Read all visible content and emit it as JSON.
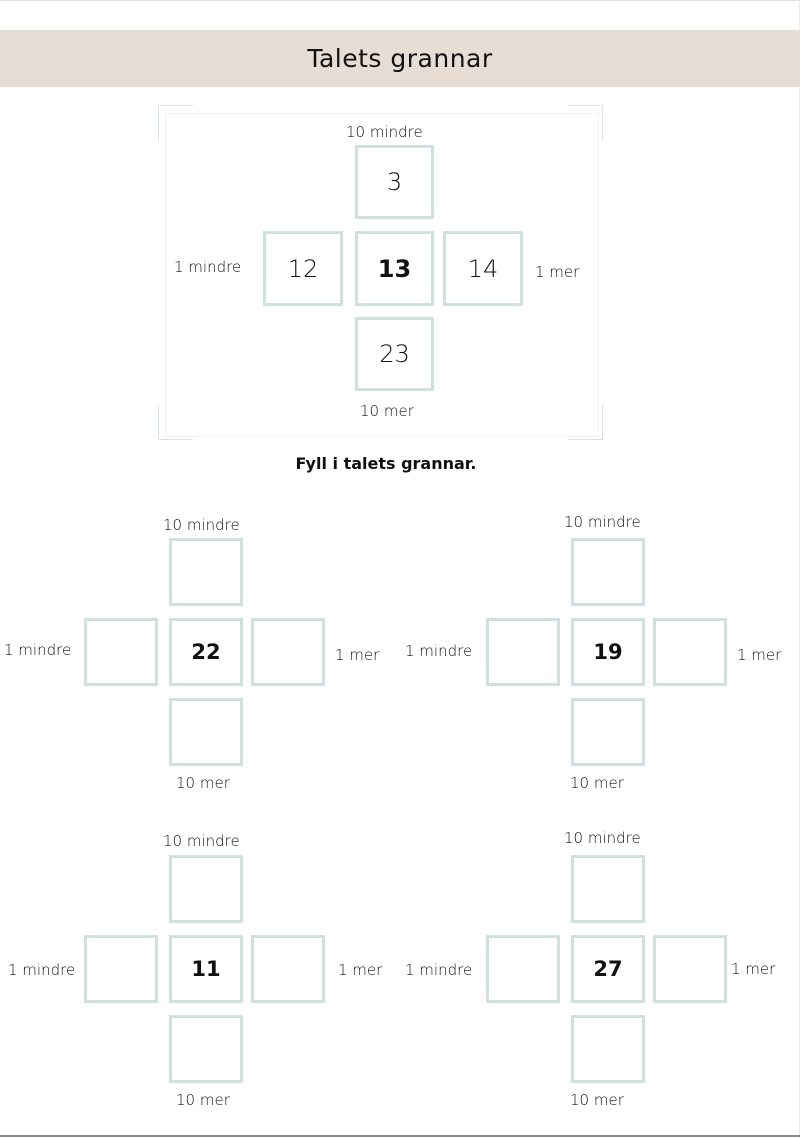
{
  "title": "Talets grannar",
  "labels": {
    "ten_less": "10 mindre",
    "one_less": "1 mindre",
    "one_more": "1 mer",
    "ten_more": "10 mer"
  },
  "example": {
    "top": "3",
    "left": "12",
    "center": "13",
    "right": "14",
    "bottom": "23"
  },
  "instruction": "Fyll i talets grannar.",
  "exercises": [
    {
      "center": "22",
      "top": "",
      "left": "",
      "right": "",
      "bottom": ""
    },
    {
      "center": "19",
      "top": "",
      "left": "",
      "right": "",
      "bottom": ""
    },
    {
      "center": "11",
      "top": "",
      "left": "",
      "right": "",
      "bottom": ""
    },
    {
      "center": "27",
      "top": "",
      "left": "",
      "right": "",
      "bottom": ""
    }
  ],
  "colors": {
    "header_bg": "#e8ddd4",
    "box_border": "#cfe0df"
  }
}
